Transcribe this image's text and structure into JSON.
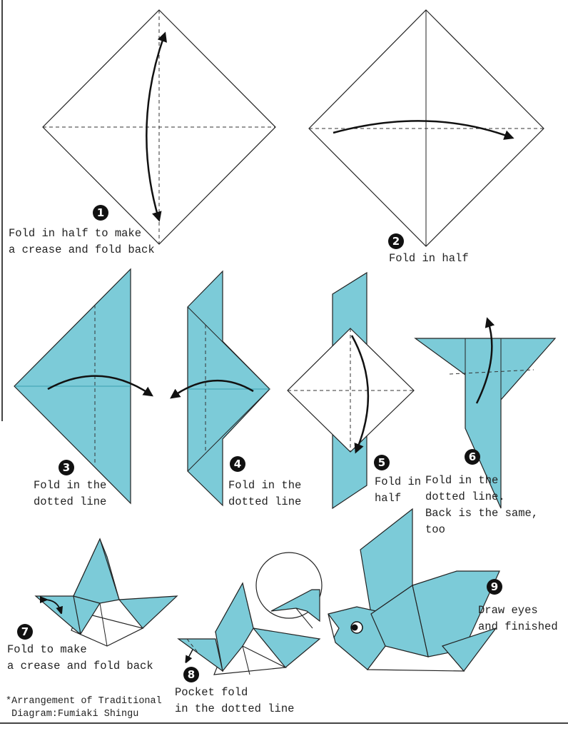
{
  "steps": [
    {
      "number": "1",
      "lines": [
        "Fold in half to make",
        "a crease and fold back"
      ]
    },
    {
      "number": "2",
      "lines": [
        "Fold in half"
      ]
    },
    {
      "number": "3",
      "lines": [
        "Fold in the",
        "dotted line"
      ]
    },
    {
      "number": "4",
      "lines": [
        "Fold in the",
        "dotted line"
      ]
    },
    {
      "number": "5",
      "lines": [
        "Fold in",
        "half"
      ]
    },
    {
      "number": "6",
      "lines": [
        "Fold in the",
        "dotted line.",
        "Back is the same,",
        "too"
      ]
    },
    {
      "number": "7",
      "lines": [
        "Fold to make",
        "a crease and fold back"
      ]
    },
    {
      "number": "8",
      "lines": [
        "Pocket fold",
        "in the dotted line"
      ]
    },
    {
      "number": "9",
      "lines": [
        "Draw eyes",
        "and finished"
      ]
    }
  ],
  "credit": [
    "*Arrangement of Traditional",
    " Diagram:Fumiaki Shingu"
  ],
  "colors": {
    "paper": "#7ccbd8",
    "line": "#222222"
  }
}
